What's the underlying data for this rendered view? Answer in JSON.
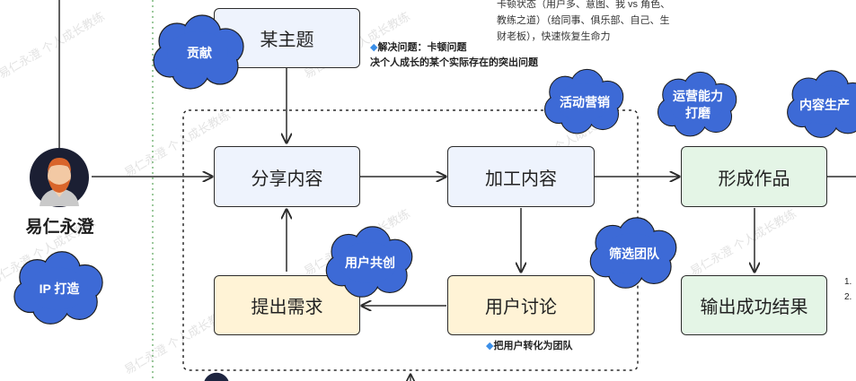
{
  "top_right_text": "卡顿状态（用户多、意图、我 vs 角色、教练之道）（给同事、俱乐部、自己、生财老板），快速恢复生命力",
  "person": {
    "name": "易仁永澄"
  },
  "clouds": {
    "contribution": "贡献",
    "ip": "IP 打造",
    "activity_marketing": "活动营销",
    "operations": [
      "运营能力",
      "打磨"
    ],
    "content_production": "内容生产",
    "user_cocreate": "用户共创",
    "filter_team": "筛选团队"
  },
  "boxes": {
    "topic": "某主题",
    "share": "分享内容",
    "process": "加工内容",
    "works": "形成作品",
    "needs": "提出需求",
    "discussion": "用户讨论",
    "results": "输出成功结果"
  },
  "notes": {
    "solve_line1": "解决问题：卡顿问题",
    "solve_line2": "决个人成长的某个实际存在的突出问题",
    "team_note": "把用户转化为团队",
    "list_items": [
      "1.",
      "2."
    ]
  },
  "watermark": "易仁永澄 个人成长教练",
  "colors": {
    "cloud": "#3d6ad6",
    "box_blue": "#eef3fd",
    "box_green": "#e4f5e6",
    "box_yellow": "#fff3d6",
    "gem": "#3b8fe8"
  }
}
